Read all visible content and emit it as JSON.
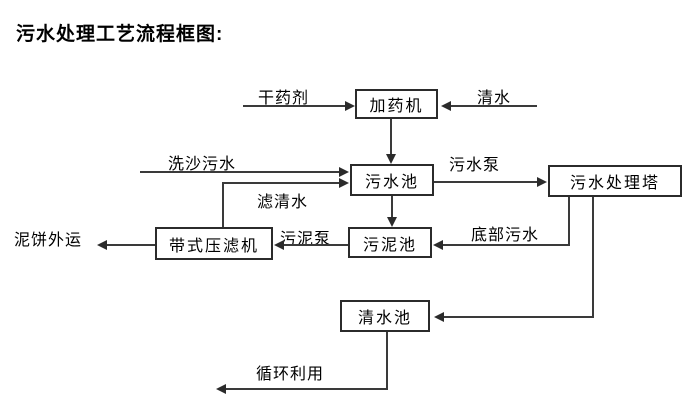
{
  "title": "污水处理工艺流程框图:",
  "nodes": {
    "dosing_machine": "加药机",
    "sewage_pool": "污水池",
    "treatment_tower": "污水处理塔",
    "belt_filter_press": "带式压滤机",
    "sludge_pool": "污泥池",
    "clean_water_pool": "清水池"
  },
  "flow_labels": {
    "dry_agent": "干药剂",
    "clean_water": "清水",
    "sand_washing_sewage": "洗沙污水",
    "filtered_water": "滤清水",
    "sewage_pump": "污水泵",
    "bottom_sewage": "底部污水",
    "sludge_pump": "污泥泵",
    "mud_cake_out": "泥饼外运",
    "recycle_use": "循环利用"
  },
  "colors": {
    "background": "#ffffff",
    "line": "#3a3a3a",
    "border": "#2b2b2b",
    "text": "#000000"
  }
}
